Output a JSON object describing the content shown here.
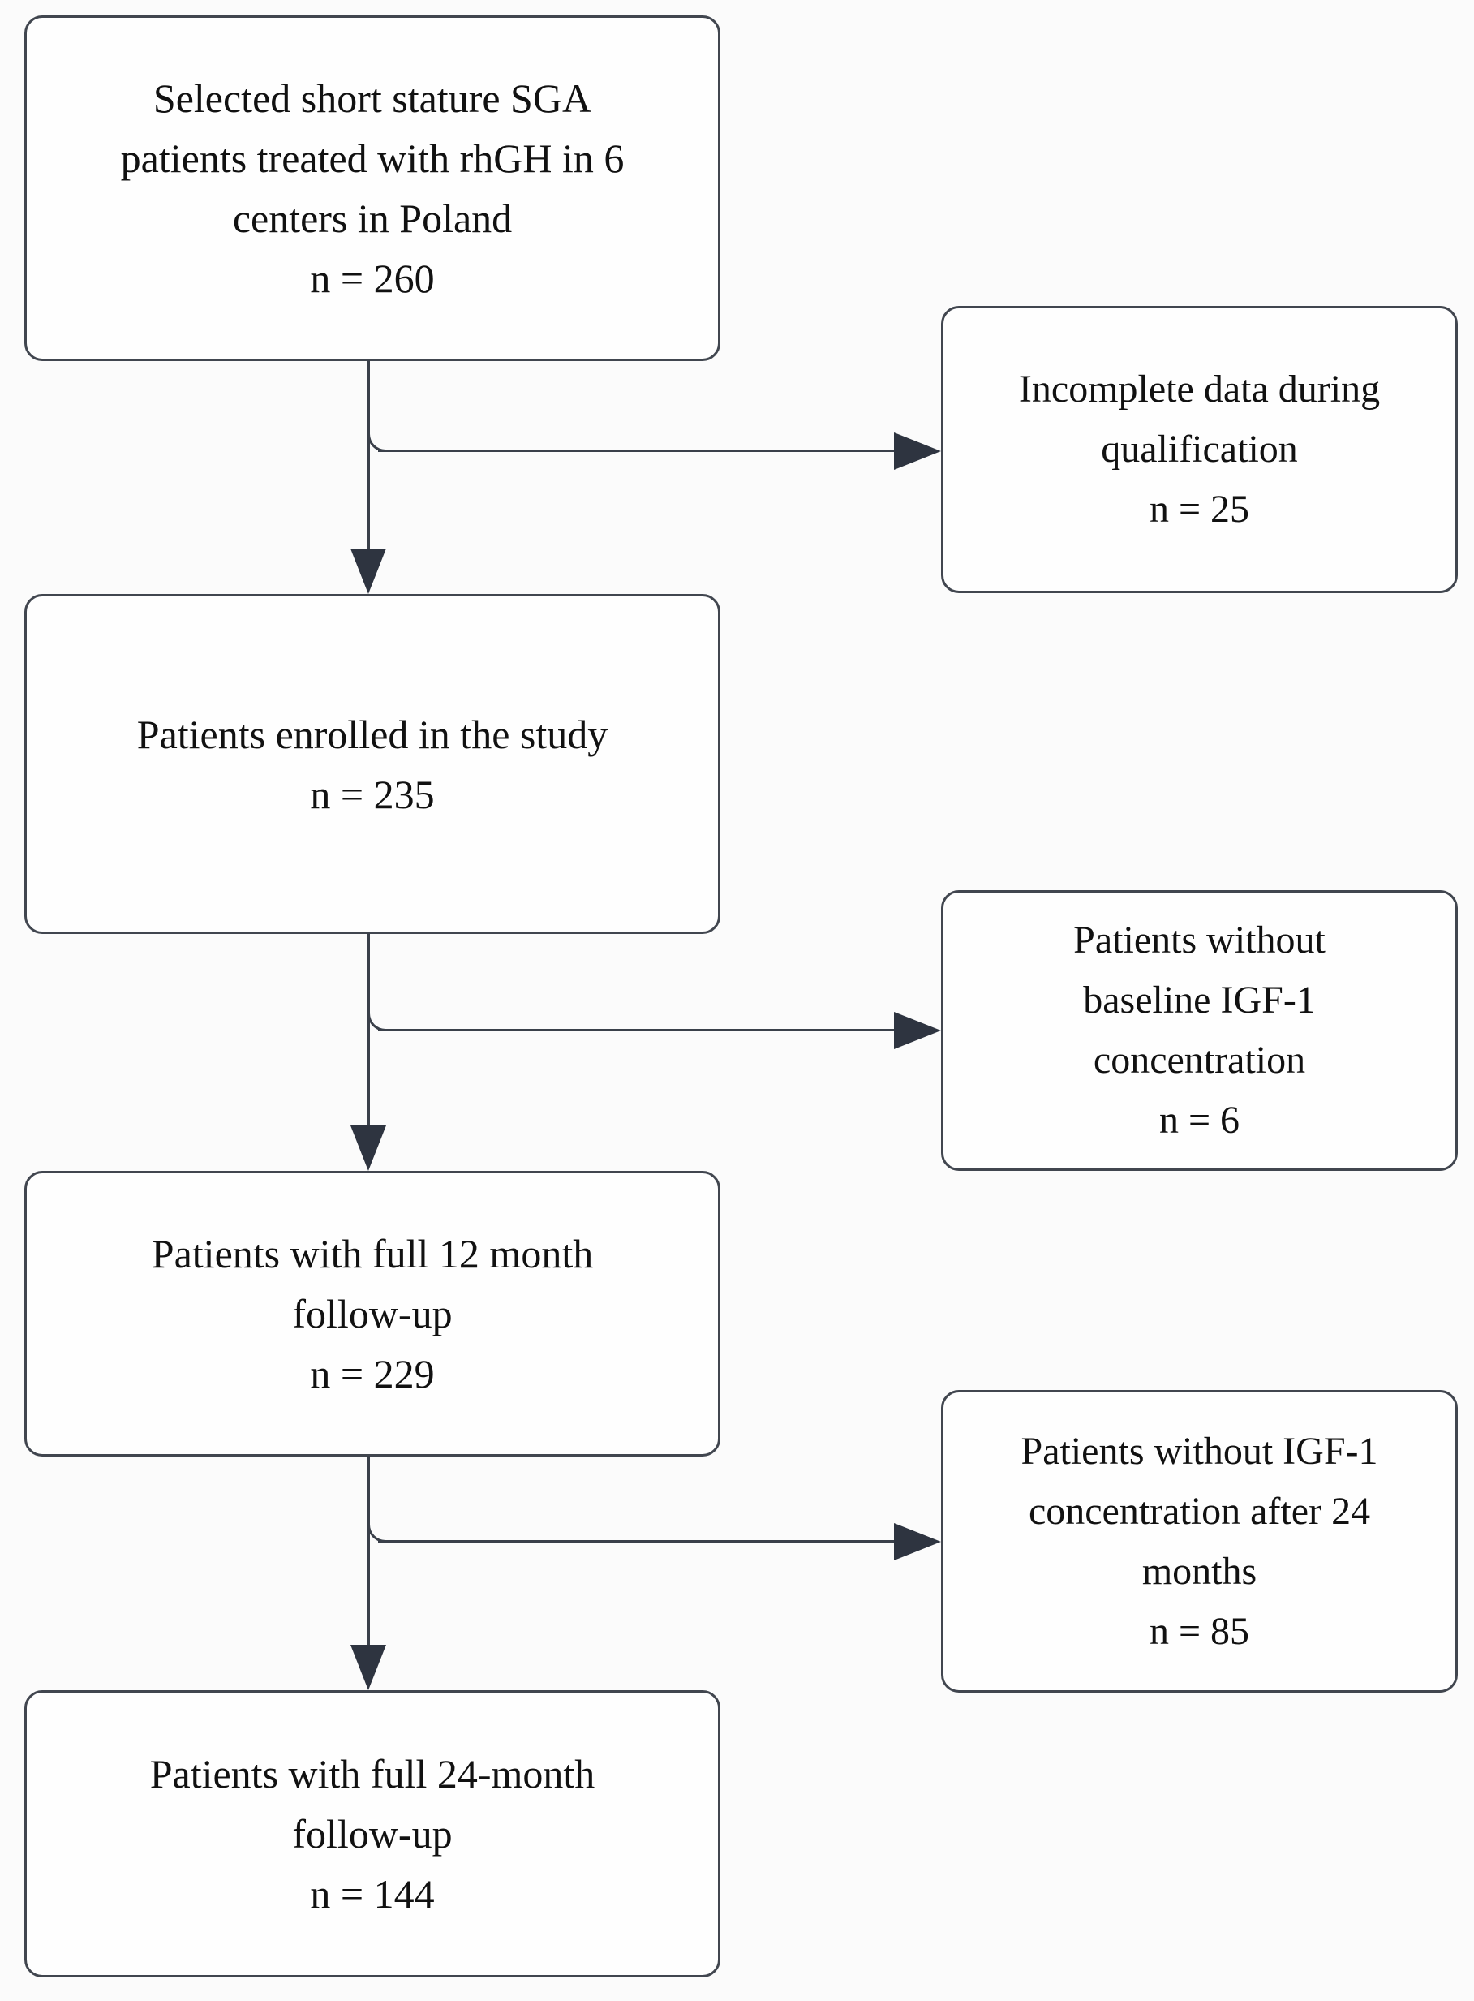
{
  "diagram": {
    "type": "patient-flowchart",
    "colors": {
      "background": "#fbfbfb",
      "box_fill": "#fefefe",
      "box_border": "#41464f",
      "connector": "#3a404a",
      "arrowhead": "#2e3440",
      "text": "#111111"
    },
    "main_boxes": [
      {
        "lines": [
          "Selected short stature SGA",
          "patients treated with rhGH in 6",
          "centers in Poland"
        ],
        "count_label": "n = 260"
      },
      {
        "lines": [
          "Patients enrolled in the study"
        ],
        "count_label": "n = 235"
      },
      {
        "lines": [
          "Patients with full 12 month",
          "follow-up"
        ],
        "count_label": "n = 229"
      },
      {
        "lines": [
          "Patients with full 24-month",
          "follow-up"
        ],
        "count_label": "n = 144"
      }
    ],
    "side_boxes": [
      {
        "lines": [
          "Incomplete data during",
          "qualification"
        ],
        "count_label": "n = 25"
      },
      {
        "lines": [
          "Patients without",
          "baseline IGF-1",
          "concentration"
        ],
        "count_label": "n = 6"
      },
      {
        "lines": [
          "Patients without IGF-1",
          "concentration after 24",
          "months"
        ],
        "count_label": "n = 85"
      }
    ]
  }
}
